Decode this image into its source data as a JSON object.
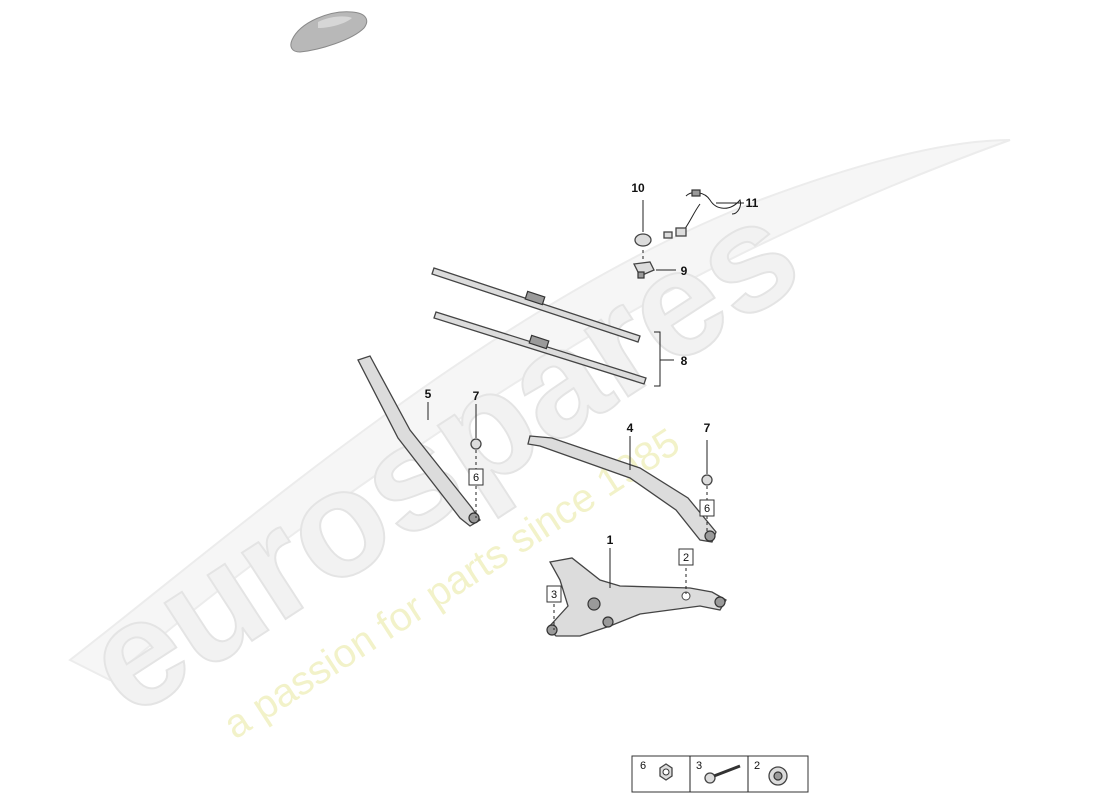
{
  "watermark": {
    "brand": "eurospares",
    "tagline": "a passion for parts since 1985"
  },
  "callouts": {
    "c1": "1",
    "c2": "2",
    "c3": "3",
    "c4": "4",
    "c5": "5",
    "c6a": "6",
    "c6b": "6",
    "c7a": "7",
    "c7b": "7",
    "c8": "8",
    "c9": "9",
    "c10": "10",
    "c11": "11"
  },
  "legend": {
    "items": [
      {
        "label": "6",
        "icon": "hex-nut-icon"
      },
      {
        "label": "3",
        "icon": "bolt-icon"
      },
      {
        "label": "2",
        "icon": "flange-bolt-icon"
      }
    ]
  },
  "colors": {
    "watermark_text": "#f2f2f2",
    "watermark_tagline": "#eeeeb8",
    "part_fill": "#dcdcdc",
    "outline": "#333333"
  }
}
